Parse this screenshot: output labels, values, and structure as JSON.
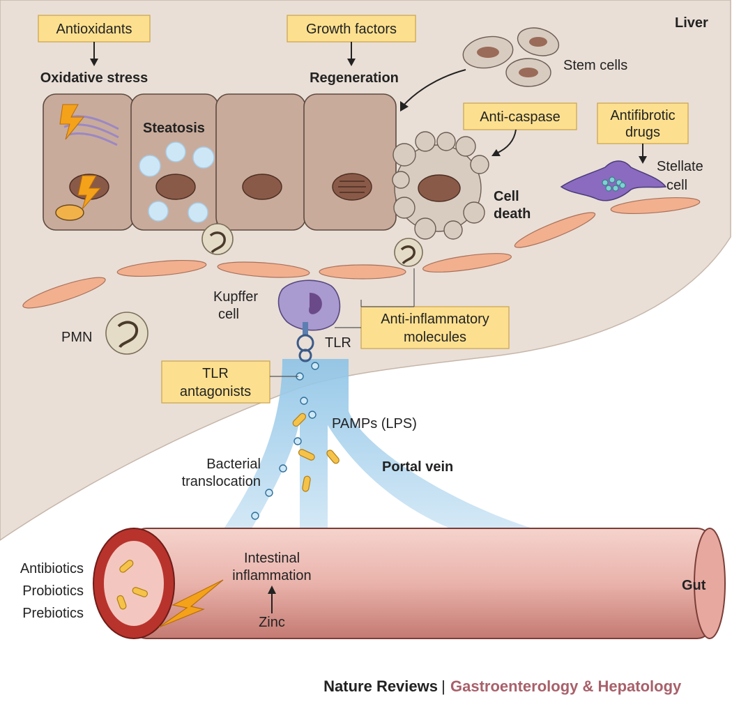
{
  "labels": {
    "liver": "Liver",
    "antioxidants": "Antioxidants",
    "oxidative_stress": "Oxidative stress",
    "growth_factors": "Growth factors",
    "regeneration": "Regeneration",
    "stem_cells": "Stem cells",
    "steatosis": "Steatosis",
    "anti_caspase": "Anti-caspase",
    "antifibrotic_1": "Antifibrotic",
    "antifibrotic_2": "drugs",
    "stellate_1": "Stellate",
    "stellate_2": "cell",
    "cell_death_1": "Cell",
    "cell_death_2": "death",
    "kupffer_1": "Kupffer",
    "kupffer_2": "cell",
    "anti_inflammatory_1": "Anti-inflammatory",
    "anti_inflammatory_2": "molecules",
    "pmn": "PMN",
    "tlr": "TLR",
    "tlr_antagonists_1": "TLR",
    "tlr_antagonists_2": "antagonists",
    "pamps": "PAMPs (LPS)",
    "bacterial_1": "Bacterial",
    "bacterial_2": "translocation",
    "portal_vein": "Portal vein",
    "antibiotics": "Antibiotics",
    "probiotics": "Probiotics",
    "prebiotics": "Prebiotics",
    "intestinal_1": "Intestinal",
    "intestinal_2": "inflammation",
    "zinc": "Zinc",
    "gut": "Gut",
    "footer_journal": "Nature Reviews",
    "footer_separator": "|",
    "footer_section": "Gastroenterology & Hepatology"
  },
  "colors": {
    "liver_bg": "#e9dfd6",
    "hepatocyte": "#c9ab9b",
    "nucleus": "#8a5a48",
    "box_fill": "#fde08f",
    "portal_vein": "#8cc3e6",
    "gut_tube": "#e9b3ab",
    "gut_lumen": "#c9302a",
    "lightning": "#f4a21a",
    "kupffer": "#a99ad0",
    "stellate": "#8a6bbf",
    "footer_section": "#a8606a"
  }
}
